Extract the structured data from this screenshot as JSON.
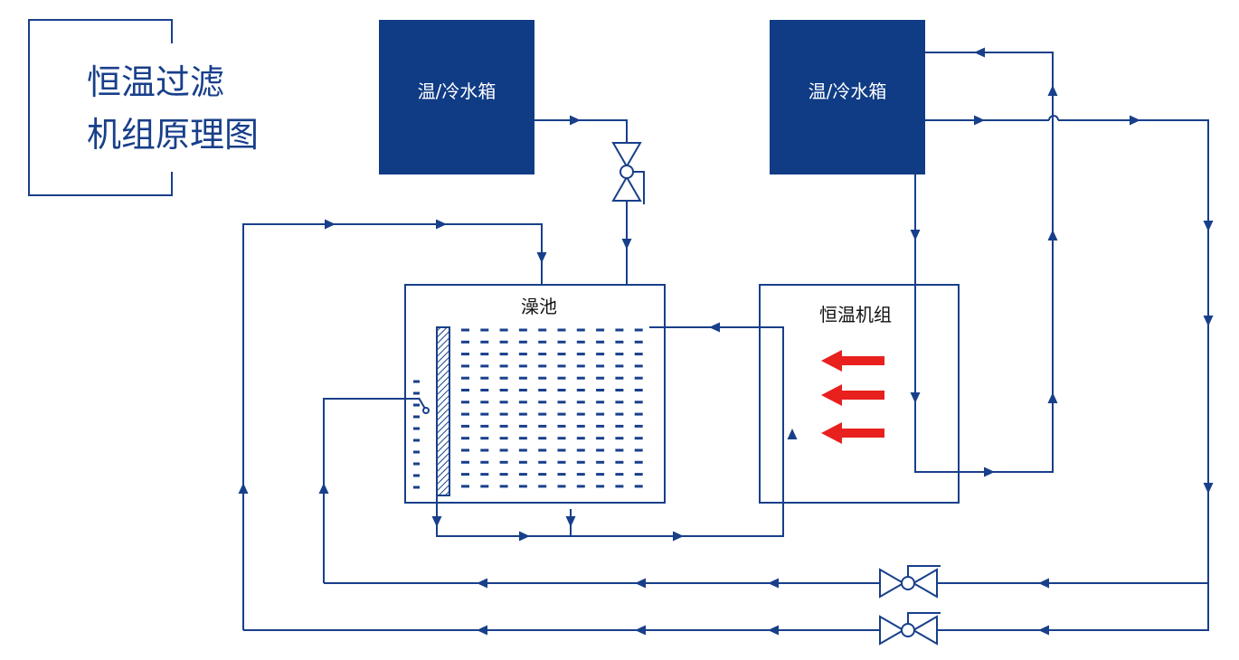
{
  "title": {
    "line1": "恒温过滤",
    "line2": "机组原理图"
  },
  "tanks": {
    "left": "温/冷水箱",
    "right": "温/冷水箱"
  },
  "pool_label": "澡池",
  "unit_label": "恒温机组",
  "colors": {
    "primary": "#183f8a",
    "tank_fill": "#0f3c85",
    "heat_arrow": "#e8201e"
  },
  "icons": [
    "valve-icon",
    "flow-arrow-icon",
    "heat-arrow-icon",
    "float-switch-icon",
    "filter-screen-icon"
  ]
}
